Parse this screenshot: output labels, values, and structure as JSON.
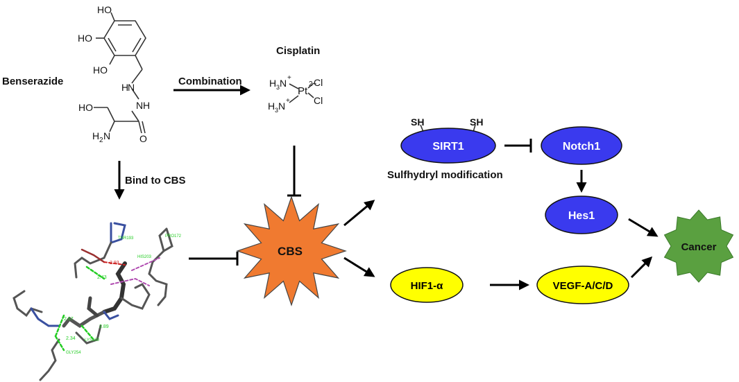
{
  "colors": {
    "blue_node": "#3a3aee",
    "yellow_node": "#ffff00",
    "cbs_star": "#f07a30",
    "cancer_star": "#5aa040",
    "white_text": "#ffffff",
    "black_text": "#000000"
  },
  "labels": {
    "benserazide": "Benserazide",
    "cisplatin": "Cisplatin",
    "combination": "Combination",
    "bind_to_cbs": "Bind to CBS",
    "sulfhydryl": "Sulfhydryl modification",
    "sh_left": "SH",
    "sh_right": "SH"
  },
  "nodes": {
    "cbs": "CBS",
    "sirt1": "SIRT1",
    "notch1": "Notch1",
    "hes1": "Hes1",
    "hif1a": "HIF1-α",
    "vegf": "VEGF-A/C/D",
    "cancer": "Cancer"
  },
  "benserazide_structure": {
    "ho1": "HO",
    "ho2": "HO",
    "ho3": "HO",
    "nh1": "N",
    "h1": "H",
    "nh2": "N",
    "h2": "H",
    "ho4": "HO",
    "h2n": "H",
    "h2n_sub": "2",
    "h2n_n": "N",
    "o": "O"
  },
  "cisplatin_structure": {
    "h3n_a": "H",
    "h3n_a_sub": "3",
    "h3n_a_n": "N",
    "plus_a": "+",
    "pt": "Pt",
    "charge": "2−",
    "cl1": "Cl",
    "cl2": "Cl",
    "h3n_b": "H",
    "h3n_b_sub": "3",
    "h3n_b_n": "N",
    "plus_b": "+"
  },
  "docking_labels": {
    "thr193": "THR193",
    "pro172": "PRO172",
    "his203": "HIS203",
    "d293": "2.93",
    "d243": "2.43",
    "d267": "2.67",
    "d289": "2.89",
    "d234": "2.34",
    "gly254": "GLY254",
    "lys180": "LYS180"
  }
}
